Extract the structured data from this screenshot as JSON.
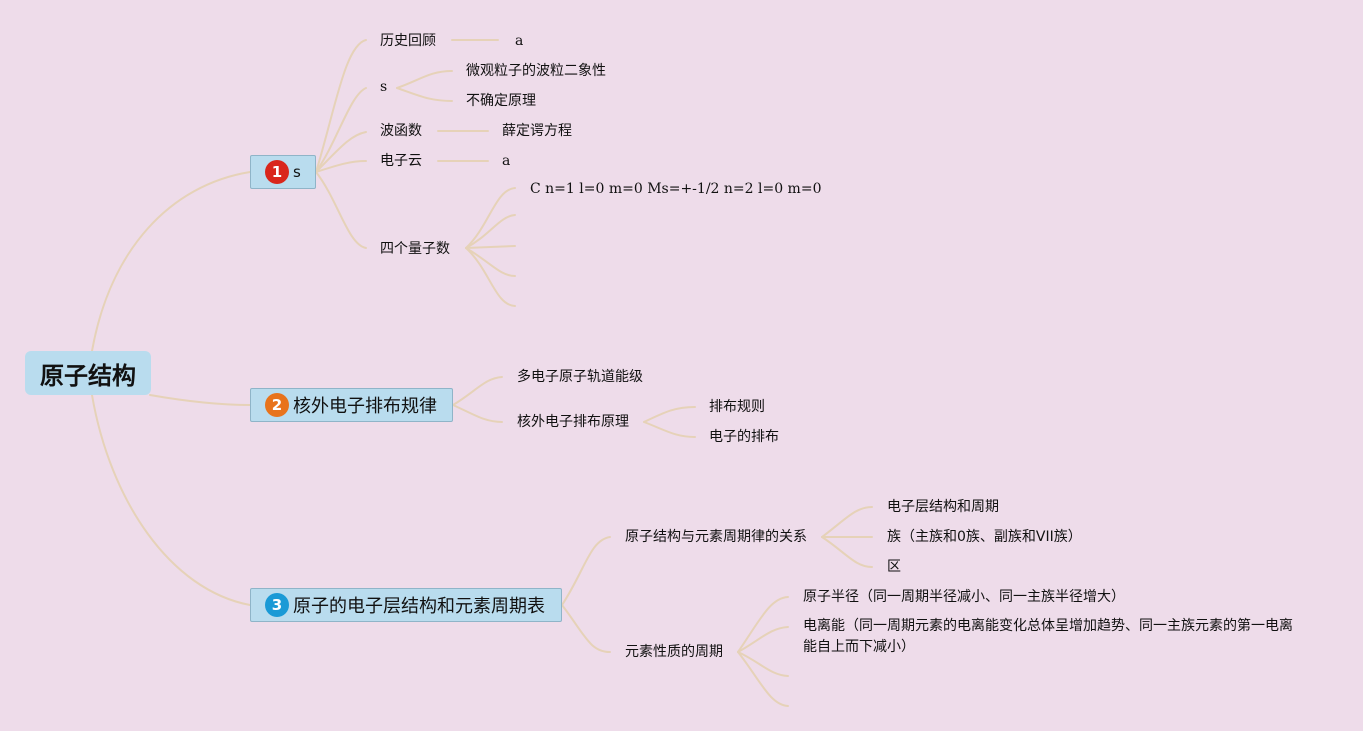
{
  "root": {
    "label": "原子结构"
  },
  "topic1": {
    "badge": "1",
    "badge_color": "#d9261c",
    "label": "s",
    "children": {
      "history": "历史回顾",
      "history_a": "a",
      "s": "s",
      "wave_particle": "微观粒子的波粒二象性",
      "uncertainty": "不确定原理",
      "wavefunction": "波函数",
      "schrodinger": "薛定谔方程",
      "cloud": "电子云",
      "cloud_a": "a",
      "quantum": "四个量子数",
      "quantum_c": "C n=1 l=0 m=0 Ms=+-1/2 n=2 l=0 m=0"
    }
  },
  "topic2": {
    "badge": "2",
    "badge_color": "#e8731c",
    "label": "核外电子排布规律",
    "children": {
      "levels": "多电子原子轨道能级",
      "principle": "核外电子排布原理",
      "rules": "排布规则",
      "arrangement": "电子的排布"
    }
  },
  "topic3": {
    "badge": "3",
    "badge_color": "#1a9ad6",
    "label": "原子的电子层结构和元素周期表",
    "children": {
      "relation": "原子结构与元素周期律的关系",
      "shell_period": "电子层结构和周期",
      "group": "族（主族和0族、副族和VII族）",
      "block": "区",
      "periodicity": "元素性质的周期",
      "radius": "原子半径（同一周期半径减小、同一主族半径增大）",
      "ionization": "电离能（同一周期元素的电离能变化总体呈增加趋势、同一主族元素的第一电离能自上而下减小）"
    }
  }
}
